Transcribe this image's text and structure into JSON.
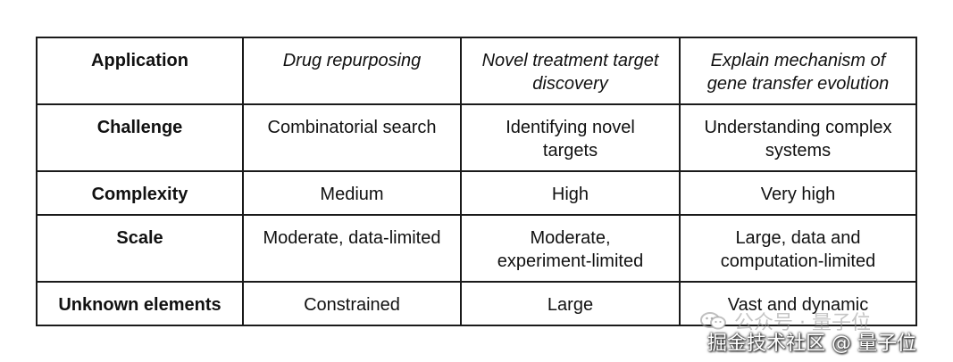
{
  "table": {
    "rows": [
      {
        "header": "Application",
        "cells": [
          [
            "Drug repurposing"
          ],
          [
            "Novel treatment target",
            "discovery"
          ],
          [
            "Explain mechanism of",
            "gene transfer evolution"
          ]
        ]
      },
      {
        "header": "Challenge",
        "cells": [
          [
            "Combinatorial search"
          ],
          [
            "Identifying novel",
            "targets"
          ],
          [
            "Understanding complex",
            "systems"
          ]
        ]
      },
      {
        "header": "Complexity",
        "cells": [
          [
            "Medium"
          ],
          [
            "High"
          ],
          [
            "Very high"
          ]
        ]
      },
      {
        "header": "Scale",
        "cells": [
          [
            "Moderate, data-limited"
          ],
          [
            "Moderate,",
            "experiment-limited"
          ],
          [
            "Large, data and",
            "computation-limited"
          ]
        ]
      },
      {
        "header": "Unknown elements",
        "cells": [
          [
            "Constrained"
          ],
          [
            "Large"
          ],
          [
            "Vast and dynamic"
          ]
        ]
      }
    ]
  },
  "watermark": {
    "line1": "公众号 · 量子位",
    "line2": "掘金技术社区 @ 量子位"
  }
}
